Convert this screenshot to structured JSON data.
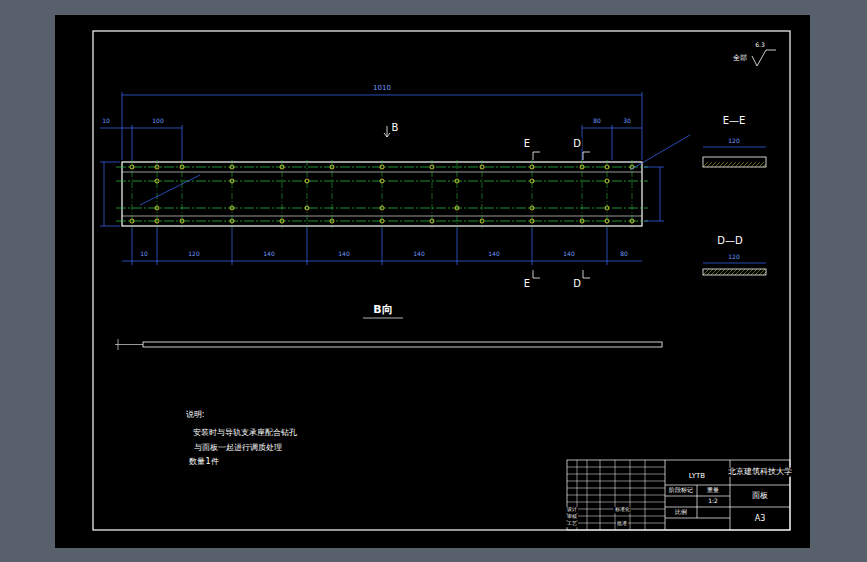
{
  "diagram": {
    "title": "B向",
    "labels": [
      "全部",
      "6.3",
      "1010",
      "10",
      "100",
      "80",
      "30",
      "B",
      "E",
      "D",
      "E—E",
      "10",
      "120",
      "140",
      "140",
      "140",
      "140",
      "140",
      "80",
      "E",
      "D",
      "D—D",
      "120",
      "120",
      "说明:",
      "安装时与导轨支承座配合钻孔",
      "与面板一起进行调质处理",
      "数量1件",
      "LYTB",
      "北京建筑科技大学",
      "面板",
      "A3",
      "设计",
      "审核",
      "工艺",
      "批准",
      "标准化",
      "阶段标记",
      "重量",
      "比例",
      "1:2"
    ]
  }
}
